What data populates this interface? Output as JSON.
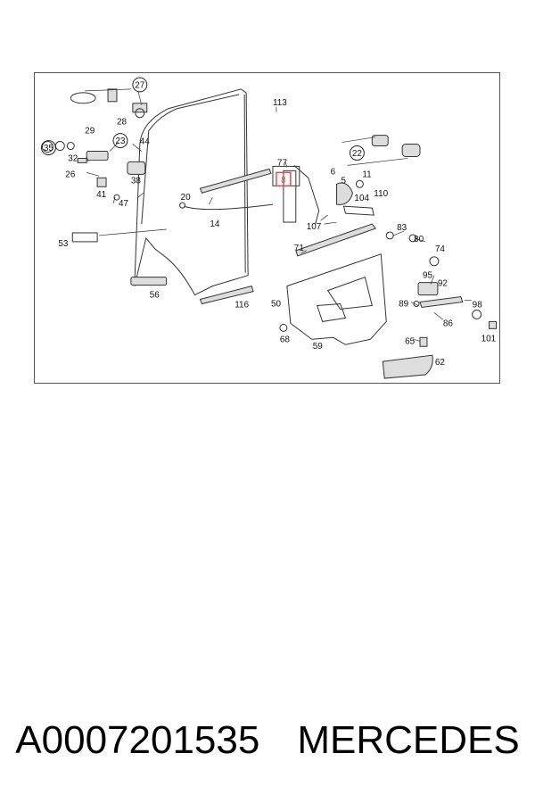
{
  "callouts": {
    "c27": "27",
    "c113": "113",
    "c28": "28",
    "c29": "29",
    "c23": "23",
    "c44": "44",
    "c35": "35",
    "c32": "32",
    "c26": "26",
    "c38": "38",
    "c41": "41",
    "c47": "47",
    "c20": "20",
    "c14": "14",
    "c53": "53",
    "c56": "56",
    "c116": "116",
    "c77": "77",
    "c8": "8",
    "c6": "6",
    "c22": "22",
    "c11": "11",
    "c5": "5",
    "c104": "104",
    "c110": "110",
    "c107": "107",
    "c83": "83",
    "c80": "80",
    "c74": "74",
    "c71": "71",
    "c95": "95",
    "c92": "92",
    "c50": "50",
    "c89": "89",
    "c86": "86",
    "c98": "98",
    "c101": "101",
    "c68": "68",
    "c59": "59",
    "c65": "65",
    "c62": "62"
  },
  "highlight_color": "#e05050",
  "caption": {
    "part_number": "A0007201535",
    "brand": "MERCEDES"
  }
}
